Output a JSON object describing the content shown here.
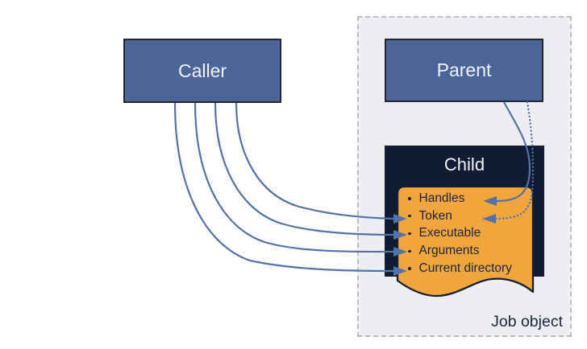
{
  "diagram": {
    "caller_label": "Caller",
    "parent_label": "Parent",
    "child_label": "Child",
    "job_object_label": "Job object",
    "document_items": [
      "Handles",
      "Token",
      "Executable",
      "Arguments",
      "Current directory"
    ],
    "connections": [
      {
        "from": "caller",
        "to": "token",
        "style": "solid"
      },
      {
        "from": "caller",
        "to": "executable",
        "style": "solid"
      },
      {
        "from": "caller",
        "to": "arguments",
        "style": "solid"
      },
      {
        "from": "caller",
        "to": "current-directory",
        "style": "solid"
      },
      {
        "from": "parent",
        "to": "handles",
        "style": "solid"
      },
      {
        "from": "parent",
        "to": "token",
        "style": "dotted"
      }
    ],
    "colors": {
      "box_fill": "#4c6598",
      "box_border": "#212633",
      "child_fill": "#111b34",
      "document_fill": "#f0a63d",
      "document_border": "#152038",
      "connector": "#5471a8",
      "job_box_fill": "#edeef2",
      "job_box_border": "#babcc3",
      "text_dark": "#1b2642",
      "text_light": "#f1f2f5"
    }
  }
}
